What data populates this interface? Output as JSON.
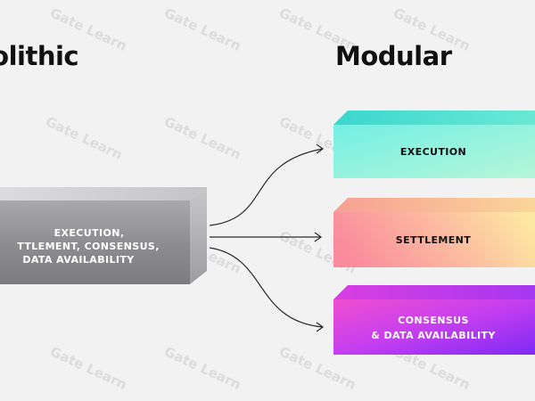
{
  "monolithic": {
    "heading": "nolithic",
    "label_lines": [
      "EXECUTION,",
      "TTLEMENT, CONSENSUS,",
      "DATA AVAILABILITY"
    ]
  },
  "modular": {
    "heading": "Modular",
    "layers": [
      {
        "label": "EXECUTION"
      },
      {
        "label": "SETTLEMENT"
      },
      {
        "label_lines": [
          "CONSENSUS",
          "& DATA AVAILABILITY"
        ]
      }
    ]
  },
  "watermark": "Gate Learn",
  "colors": {
    "background": "#f2f2f3",
    "execution": [
      "#7ff0e3",
      "#a9f5dc"
    ],
    "settlement": [
      "#fb8fa0",
      "#fde3a0"
    ],
    "consensus": [
      "#ee4fd2",
      "#8a2cf5"
    ],
    "monolithic_block": [
      "#8c8c8e",
      "#c9c9cb"
    ]
  }
}
